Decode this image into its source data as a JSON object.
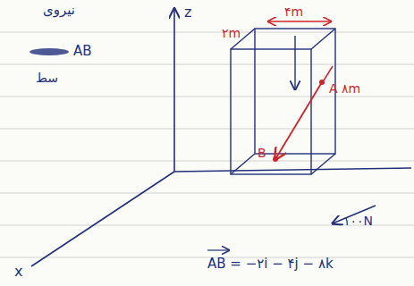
{
  "diagram": {
    "labels": [
      "نیروی",
      "AB",
      "سط",
      "z",
      "x",
      "۴m",
      "۲m",
      "۸m",
      "A",
      "B",
      "۱۰۰N",
      "AB = −۲i − ۴j − ۸k"
    ]
  }
}
